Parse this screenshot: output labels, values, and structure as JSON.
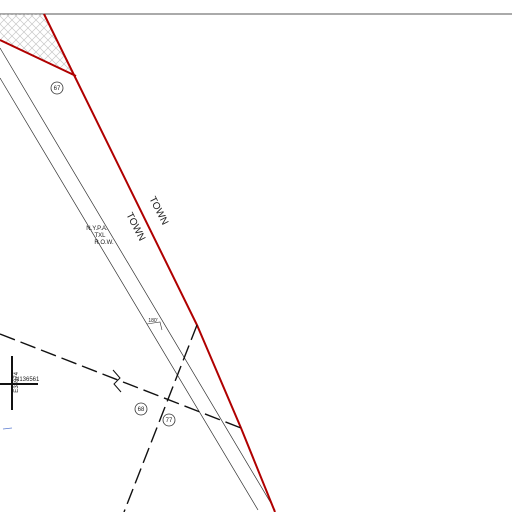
{
  "map": {
    "boundary_labels": [
      "TOWN",
      "TOWN"
    ],
    "row_label": [
      "N.Y.P.A.",
      "TXL",
      "R.O.W."
    ],
    "width_label": "180'",
    "parcels": [
      "67",
      "68",
      "77"
    ],
    "coordinates": {
      "easting": "E34974",
      "northing": "N136561"
    },
    "colors": {
      "boundary": "#b00000",
      "lines": "#222222",
      "hatch": "#c8c8c8",
      "background": "#ffffff"
    }
  }
}
